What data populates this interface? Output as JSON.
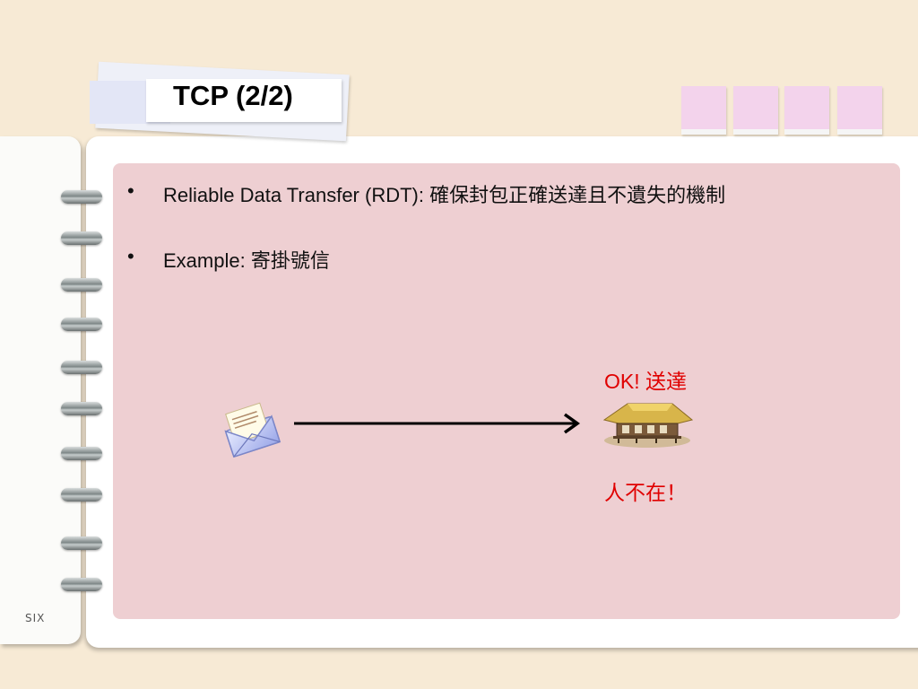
{
  "title": "TCP (2/2)",
  "page_label": "SIX",
  "bullets": [
    {
      "marker": "•",
      "text": "Reliable Data Transfer (RDT): 確保封包正確送達且不遺失的機制"
    },
    {
      "marker": "•",
      "text": "Example: 寄掛號信"
    }
  ],
  "diagram": {
    "ok_label": "OK! 送達",
    "absent_label": "人不在！",
    "sender_icon": "envelope-icon",
    "receiver_icon": "house-icon",
    "arrow_icon": "arrow-right-icon"
  },
  "colors": {
    "background": "#f7ead5",
    "panel": "#eecfd2",
    "sticky": "#f3d3ec",
    "accent_text": "#e00000"
  }
}
